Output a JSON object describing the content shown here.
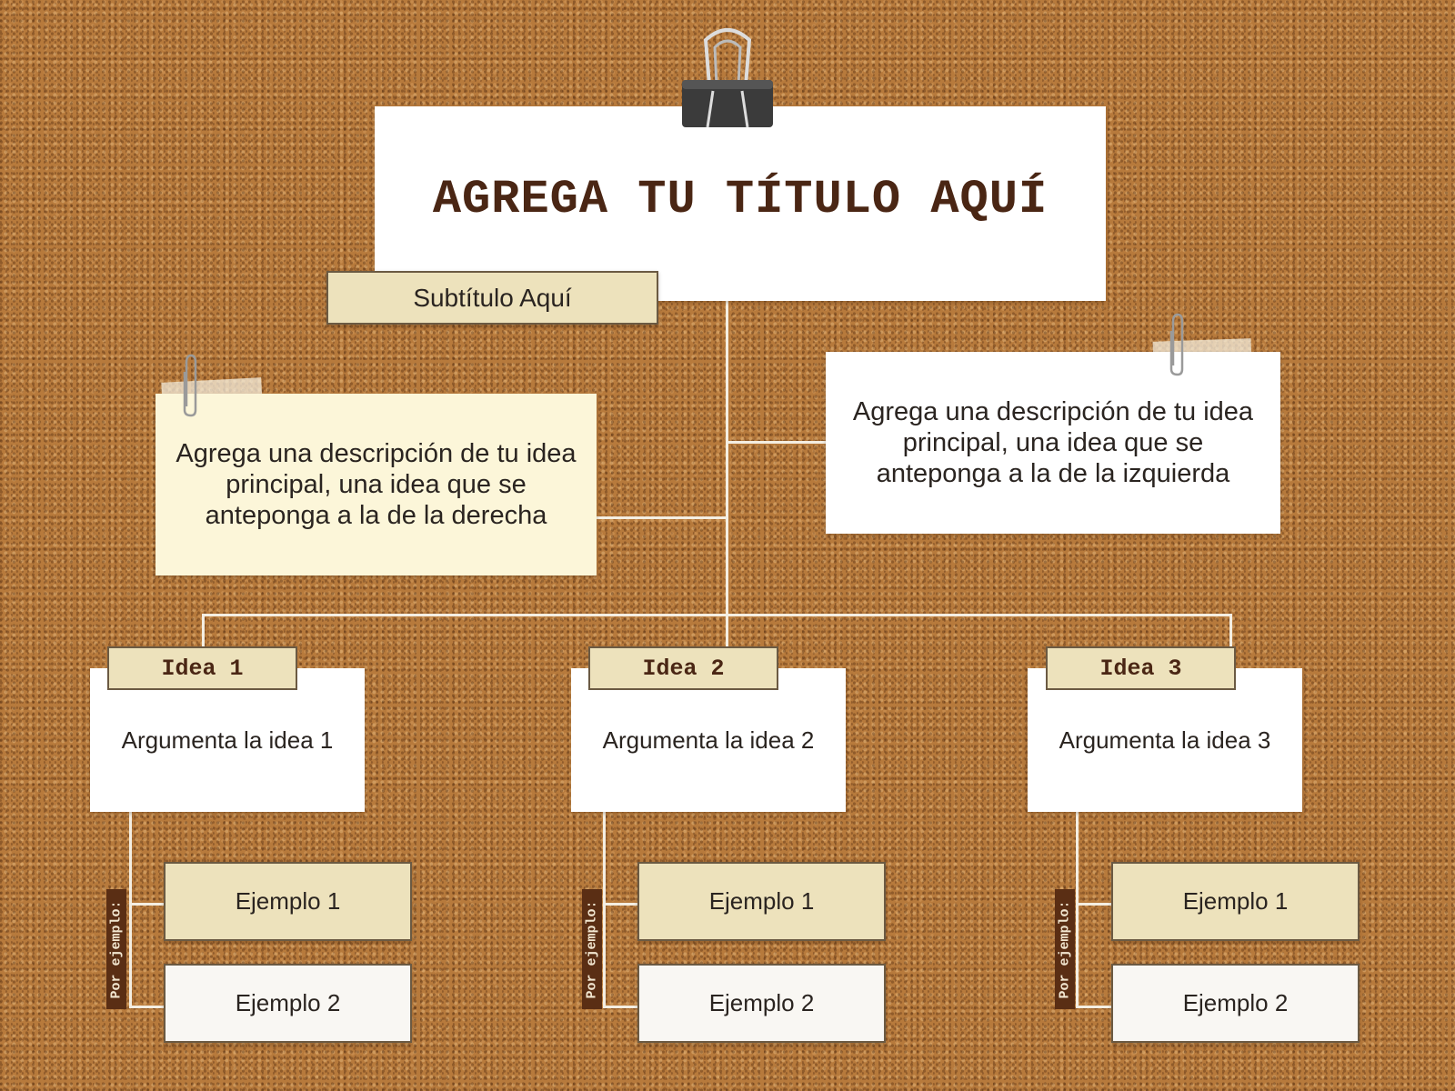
{
  "title": "AGREGA TU TÍTULO AQUÍ",
  "subtitle": "Subtítulo Aquí",
  "description_left": "Agrega una descripción de tu idea principal, una idea que se anteponga a la de la derecha",
  "description_right": "Agrega una descripción de tu idea principal, una idea que se anteponga a la de la izquierda",
  "ideas": [
    {
      "label": "Idea 1",
      "argument": "Argumenta la idea 1",
      "example_prefix": "Por ejemplo:",
      "examples": [
        "Ejemplo 1",
        "Ejemplo 2"
      ]
    },
    {
      "label": "Idea 2",
      "argument": "Argumenta la idea 2",
      "example_prefix": "Por ejemplo:",
      "examples": [
        "Ejemplo 1",
        "Ejemplo 2"
      ]
    },
    {
      "label": "Idea 3",
      "argument": "Argumenta la idea 3",
      "example_prefix": "Por ejemplo:",
      "examples": [
        "Ejemplo 1",
        "Ejemplo 2"
      ]
    }
  ],
  "colors": {
    "cork": "#b77a3c",
    "title_text": "#4a2614",
    "tab_fill": "#ede2bc",
    "note_cream": "#fcf6d9",
    "label_brown": "#5a2e14",
    "connector": "#f4eee2"
  }
}
